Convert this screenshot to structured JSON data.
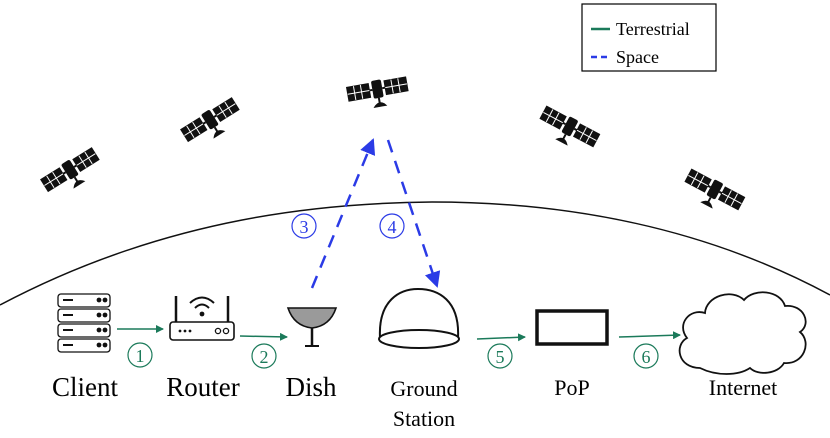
{
  "legend": {
    "terrestrial": "Terrestrial",
    "space": "Space"
  },
  "colors": {
    "terrestrial": "#1b7a5a",
    "space": "#2b3be6",
    "ink": "#000000"
  },
  "nodes": {
    "client": "Client",
    "router": "Router",
    "dish": "Dish",
    "ground_station_line1": "Ground",
    "ground_station_line2": "Station",
    "pop": "PoP",
    "internet": "Internet"
  },
  "steps": [
    "1",
    "2",
    "3",
    "4",
    "5",
    "6"
  ],
  "icons": {
    "client": "server-stack-icon",
    "router": "wifi-router-icon",
    "dish": "satellite-dish-icon",
    "ground_station": "ground-station-dome-icon",
    "pop": "pop-box-icon",
    "internet": "cloud-icon",
    "satellite": "satellite-icon"
  }
}
